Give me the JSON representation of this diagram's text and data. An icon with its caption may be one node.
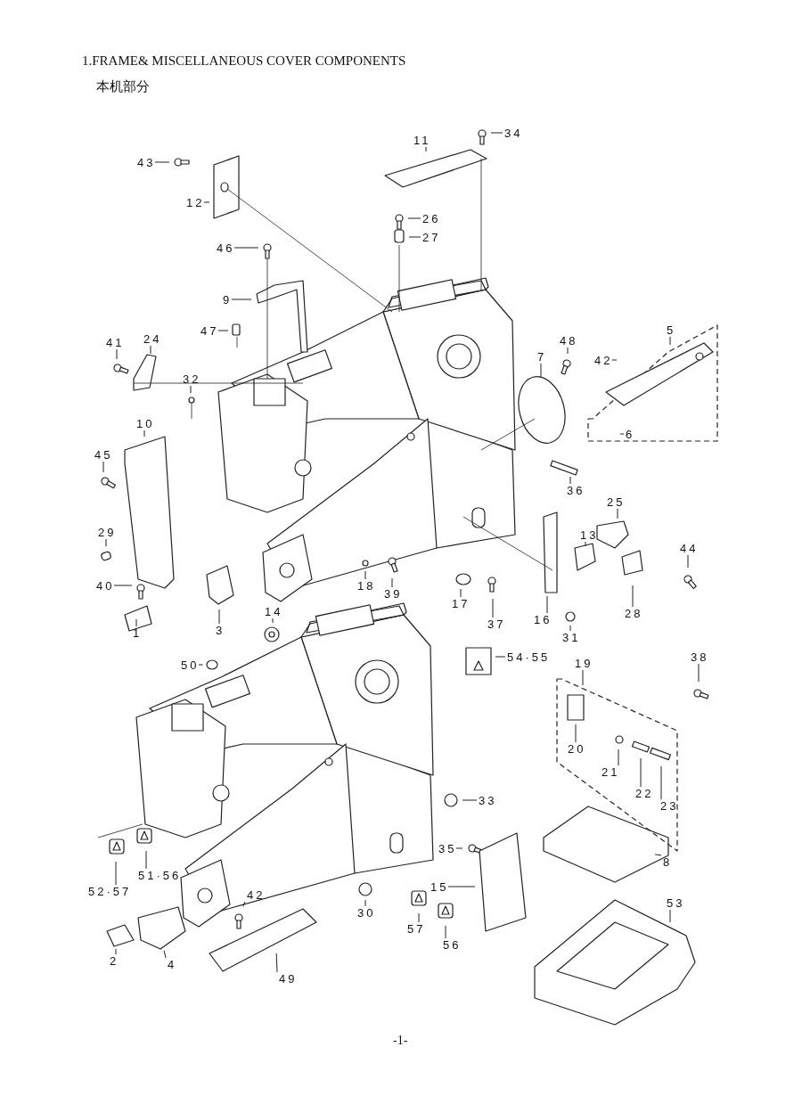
{
  "diagram": {
    "title": "1.FRAME& MISCELLANEOUS COVER COMPONENTS",
    "nodes": [
      {
        "text": [
          "43"
        ]
      },
      {
        "text": [
          "12"
        ]
      },
      {
        "text": [
          "11"
        ]
      },
      {
        "text": [
          "34"
        ]
      },
      {
        "text": [
          "26"
        ]
      },
      {
        "text": [
          "27"
        ]
      },
      {
        "text": [
          "46"
        ]
      },
      {
        "text": [
          "9"
        ]
      },
      {
        "text": [
          "47"
        ]
      },
      {
        "text": [
          "41"
        ]
      },
      {
        "text": [
          "24"
        ]
      },
      {
        "text": [
          "32"
        ]
      },
      {
        "text": [
          "48"
        ]
      },
      {
        "text": [
          "7"
        ]
      },
      {
        "text": [
          "5"
        ]
      },
      {
        "text": [
          "42"
        ]
      },
      {
        "text": [
          "6"
        ]
      },
      {
        "text": [
          "10"
        ]
      },
      {
        "text": [
          "45"
        ]
      },
      {
        "text": [
          "36"
        ]
      },
      {
        "text": [
          "25"
        ]
      },
      {
        "text": [
          "29"
        ]
      },
      {
        "text": [
          "13"
        ]
      },
      {
        "text": [
          "44"
        ]
      },
      {
        "text": [
          "40"
        ]
      },
      {
        "text": [
          "18"
        ]
      },
      {
        "text": [
          "39"
        ]
      },
      {
        "text": [
          "17"
        ]
      },
      {
        "text": [
          "37"
        ]
      },
      {
        "text": [
          "16"
        ]
      },
      {
        "text": [
          "28"
        ]
      },
      {
        "text": [
          "31"
        ]
      },
      {
        "text": [
          "1"
        ]
      },
      {
        "text": [
          "3"
        ]
      },
      {
        "text": [
          "14"
        ]
      },
      {
        "text": [
          "50"
        ]
      },
      {
        "text": [
          "54·55"
        ]
      },
      {
        "text": [
          "38"
        ]
      },
      {
        "text": [
          "19"
        ]
      },
      {
        "text": [
          "20"
        ]
      },
      {
        "text": [
          "21"
        ]
      },
      {
        "text": [
          "22"
        ]
      },
      {
        "text": [
          "23"
        ]
      },
      {
        "text": [
          "33"
        ]
      },
      {
        "text": [
          "35"
        ]
      },
      {
        "text": [
          "8"
        ]
      },
      {
        "text": [
          "15"
        ]
      },
      {
        "text": [
          "53"
        ]
      },
      {
        "text": [
          "52·57"
        ]
      },
      {
        "text": [
          "51·56"
        ]
      },
      {
        "text": [
          "30"
        ]
      },
      {
        "text": [
          "57"
        ]
      },
      {
        "text": [
          "56"
        ]
      },
      {
        "text": [
          "42"
        ]
      },
      {
        "text": [
          "2"
        ]
      },
      {
        "text": [
          "4"
        ]
      },
      {
        "text": [
          "49"
        ]
      }
    ],
    "edges": [
      {
        "from": 0,
        "to": null,
        "arrow": "none"
      },
      {
        "from": 1,
        "to": null,
        "arrow": "none"
      },
      {
        "from": 2,
        "to": null,
        "arrow": "none"
      },
      {
        "from": 3,
        "to": null,
        "arrow": "none"
      },
      {
        "from": 4,
        "to": null,
        "arrow": "none"
      },
      {
        "from": 5,
        "to": null,
        "arrow": "none"
      },
      {
        "from": 6,
        "to": null,
        "arrow": "none"
      },
      {
        "from": 7,
        "to": null,
        "arrow": "none"
      },
      {
        "from": 8,
        "to": null,
        "arrow": "none"
      },
      {
        "from": 9,
        "to": null,
        "arrow": "none"
      },
      {
        "from": 10,
        "to": null,
        "arrow": "none"
      },
      {
        "from": 11,
        "to": null,
        "arrow": "none"
      },
      {
        "from": 12,
        "to": null,
        "arrow": "none"
      },
      {
        "from": 13,
        "to": null,
        "arrow": "none"
      },
      {
        "from": 14,
        "to": null,
        "arrow": "none"
      },
      {
        "from": 15,
        "to": null,
        "arrow": "none"
      },
      {
        "from": 16,
        "to": null,
        "arrow": "none"
      },
      {
        "from": 17,
        "to": null,
        "arrow": "none"
      },
      {
        "from": 18,
        "to": null,
        "arrow": "none"
      },
      {
        "from": 19,
        "to": null,
        "arrow": "none"
      },
      {
        "from": 20,
        "to": null,
        "arrow": "none"
      },
      {
        "from": 21,
        "to": null,
        "arrow": "none"
      },
      {
        "from": 22,
        "to": null,
        "arrow": "none"
      },
      {
        "from": 23,
        "to": null,
        "arrow": "none"
      },
      {
        "from": 24,
        "to": null,
        "arrow": "none"
      },
      {
        "from": 25,
        "to": null,
        "arrow": "none"
      },
      {
        "from": 26,
        "to": null,
        "arrow": "none"
      },
      {
        "from": 27,
        "to": null,
        "arrow": "none"
      },
      {
        "from": 28,
        "to": null,
        "arrow": "none"
      },
      {
        "from": 29,
        "to": null,
        "arrow": "none"
      },
      {
        "from": 30,
        "to": null,
        "arrow": "none"
      },
      {
        "from": 31,
        "to": null,
        "arrow": "none"
      },
      {
        "from": 32,
        "to": null,
        "arrow": "none"
      },
      {
        "from": 33,
        "to": null,
        "arrow": "none"
      },
      {
        "from": 34,
        "to": null,
        "arrow": "none"
      },
      {
        "from": 35,
        "to": null,
        "arrow": "none"
      },
      {
        "from": 36,
        "to": null,
        "arrow": "none"
      },
      {
        "from": 37,
        "to": null,
        "arrow": "none"
      },
      {
        "from": 38,
        "to": null,
        "arrow": "none"
      },
      {
        "from": 39,
        "to": null,
        "arrow": "none"
      },
      {
        "from": 40,
        "to": null,
        "arrow": "none"
      },
      {
        "from": 41,
        "to": null,
        "arrow": "none"
      },
      {
        "from": 42,
        "to": null,
        "arrow": "none"
      },
      {
        "from": 43,
        "to": null,
        "arrow": "none"
      },
      {
        "from": 44,
        "to": null,
        "arrow": "none"
      },
      {
        "from": 45,
        "to": null,
        "arrow": "none"
      },
      {
        "from": 46,
        "to": null,
        "arrow": "none"
      },
      {
        "from": 47,
        "to": null,
        "arrow": "none"
      },
      {
        "from": 48,
        "to": null,
        "arrow": "none"
      },
      {
        "from": 49,
        "to": null,
        "arrow": "none"
      },
      {
        "from": 50,
        "to": null,
        "arrow": "none"
      },
      {
        "from": 51,
        "to": null,
        "arrow": "none"
      },
      {
        "from": 52,
        "to": null,
        "arrow": "none"
      },
      {
        "from": 53,
        "to": null,
        "arrow": "none"
      },
      {
        "from": 54,
        "to": null,
        "arrow": "none"
      },
      {
        "from": 55,
        "to": null,
        "arrow": "none"
      },
      {
        "from": 56,
        "to": null,
        "arrow": "none"
      }
    ],
    "labels": [
      "本机部分",
      "-1-"
    ]
  }
}
